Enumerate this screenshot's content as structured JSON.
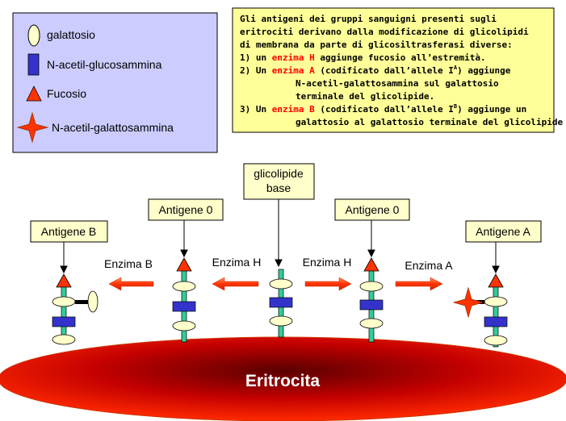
{
  "legend": {
    "galactose": "galattosio",
    "glcnac": "N-acetil-glucosammina",
    "fucose": "Fucosio",
    "galnac": "N-acetil-galattosammina"
  },
  "info": {
    "line1": "Gli antigeni dei gruppi sanguigni presenti sugli",
    "line2": "eritrociti derivano dalla modificazione di glicolipidi",
    "line3": "di membrana da parte di glicosiltrasferasi diverse:",
    "l4_pre": "1) un ",
    "l4_hl": "enzima H",
    "l4_post": " aggiunge fucosio all’estremità.",
    "l5_pre": "2) Un ",
    "l5_hl": "enzima A",
    "l5_post": " (codificato dall’allele I",
    "l5_sup": "A",
    "l5_end": ") aggiunge",
    "line6": "N-acetil-galattosammina sul galattosio",
    "line7": "terminale del glicolipide.",
    "l8_pre": "3) Un ",
    "l8_hl": "enzima B",
    "l8_post": " (codificato dall’allele I",
    "l8_sup": "B",
    "l8_end": ") aggiunge un",
    "line9": "galattosio al galattosio terminale del glicolipide"
  },
  "labels": {
    "glycolipid_base_1": "glicolipide",
    "glycolipid_base_2": "base",
    "antigen_0_left": "Antigene 0",
    "antigen_0_right": "Antigene 0",
    "antigen_b": "Antigene B",
    "antigen_a": "Antigene A"
  },
  "enzymes": {
    "enzyme_b": "Enzima B",
    "enzyme_h_left": "Enzima H",
    "enzyme_h_right": "Enzima H",
    "enzyme_a": "Enzima A"
  },
  "cell": {
    "label": "Eritrocita"
  },
  "colors": {
    "legend_bg": "#ccccff",
    "info_bg": "#ffff99",
    "label_bg": "#ffffcc",
    "galactose": "#ffffcc",
    "glcnac": "#3333cc",
    "fucose": "#ff3300",
    "stem": "#33cc99",
    "cell": "#ff2200",
    "highlight": "#ff0000"
  }
}
